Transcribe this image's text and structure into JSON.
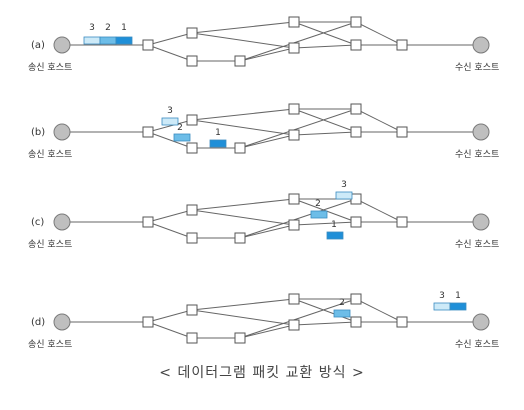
{
  "colors": {
    "line": "#666666",
    "node_fill": "#ffffff",
    "node_stroke": "#555555",
    "packet_dark": "#1f8fd8",
    "packet_mid": "#6dbde8",
    "packet_light": "#cdeaf8",
    "packet_stroke": "#3a8cc0",
    "host_fill": "#bfbfbf"
  },
  "sender_label": "송신 호스트",
  "receiver_label": "수신 호스트",
  "caption": "< 데이터그램 패킷 교환 방식 >",
  "panels": [
    {
      "id": "a",
      "label": "(a)",
      "packets": [
        {
          "num": "3",
          "shade": "light"
        },
        {
          "num": "2",
          "shade": "mid"
        },
        {
          "num": "1",
          "shade": "dark"
        }
      ]
    },
    {
      "id": "b",
      "label": "(b)",
      "packets": [
        {
          "num": "3",
          "shade": "light"
        },
        {
          "num": "2",
          "shade": "mid"
        },
        {
          "num": "1",
          "shade": "dark"
        }
      ]
    },
    {
      "id": "c",
      "label": "(c)",
      "packets": [
        {
          "num": "3",
          "shade": "light"
        },
        {
          "num": "2",
          "shade": "mid"
        },
        {
          "num": "1",
          "shade": "dark"
        }
      ]
    },
    {
      "id": "d",
      "label": "(d)",
      "packets": [
        {
          "num": "2",
          "shade": "mid"
        },
        {
          "num": "3",
          "shade": "light"
        },
        {
          "num": "1",
          "shade": "dark"
        }
      ]
    }
  ]
}
